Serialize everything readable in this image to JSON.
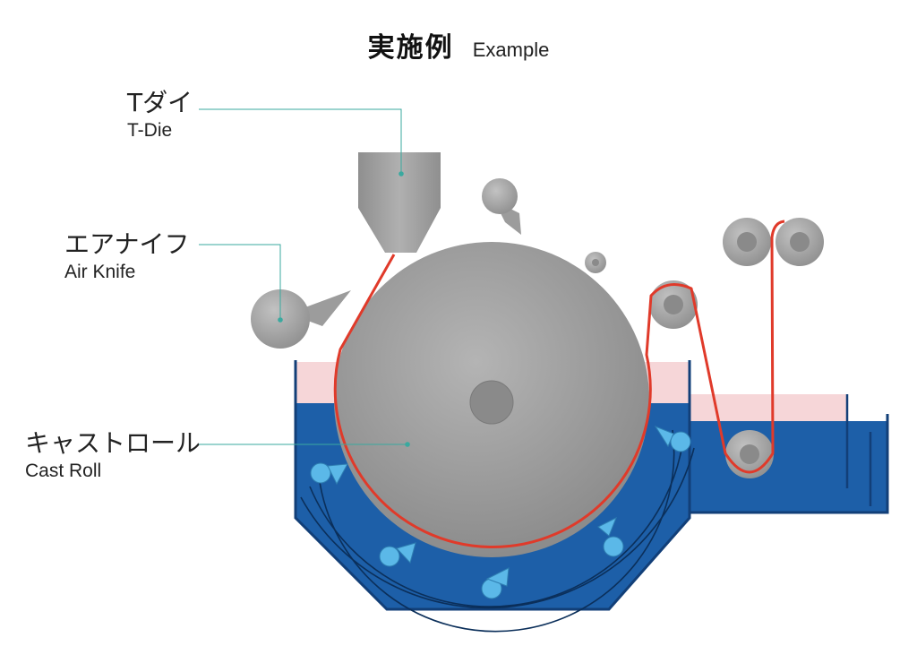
{
  "title": {
    "jp": "実施例",
    "en": "Example"
  },
  "labels": {
    "t_die": {
      "jp": "Tダイ",
      "en": "T-Die"
    },
    "air_knife": {
      "jp": "エアナイフ",
      "en": "Air Knife"
    },
    "cast_roll": {
      "jp": "キャストロール",
      "en": "Cast Roll"
    }
  },
  "colors": {
    "water": "#1d5fa8",
    "water_dark": "#114a8a",
    "pink": "#f6d6d8",
    "film": "#e03a2a",
    "leader": "#3aa99f",
    "nozzle": "#5bb8e8",
    "gray": "#9c9c9c"
  }
}
